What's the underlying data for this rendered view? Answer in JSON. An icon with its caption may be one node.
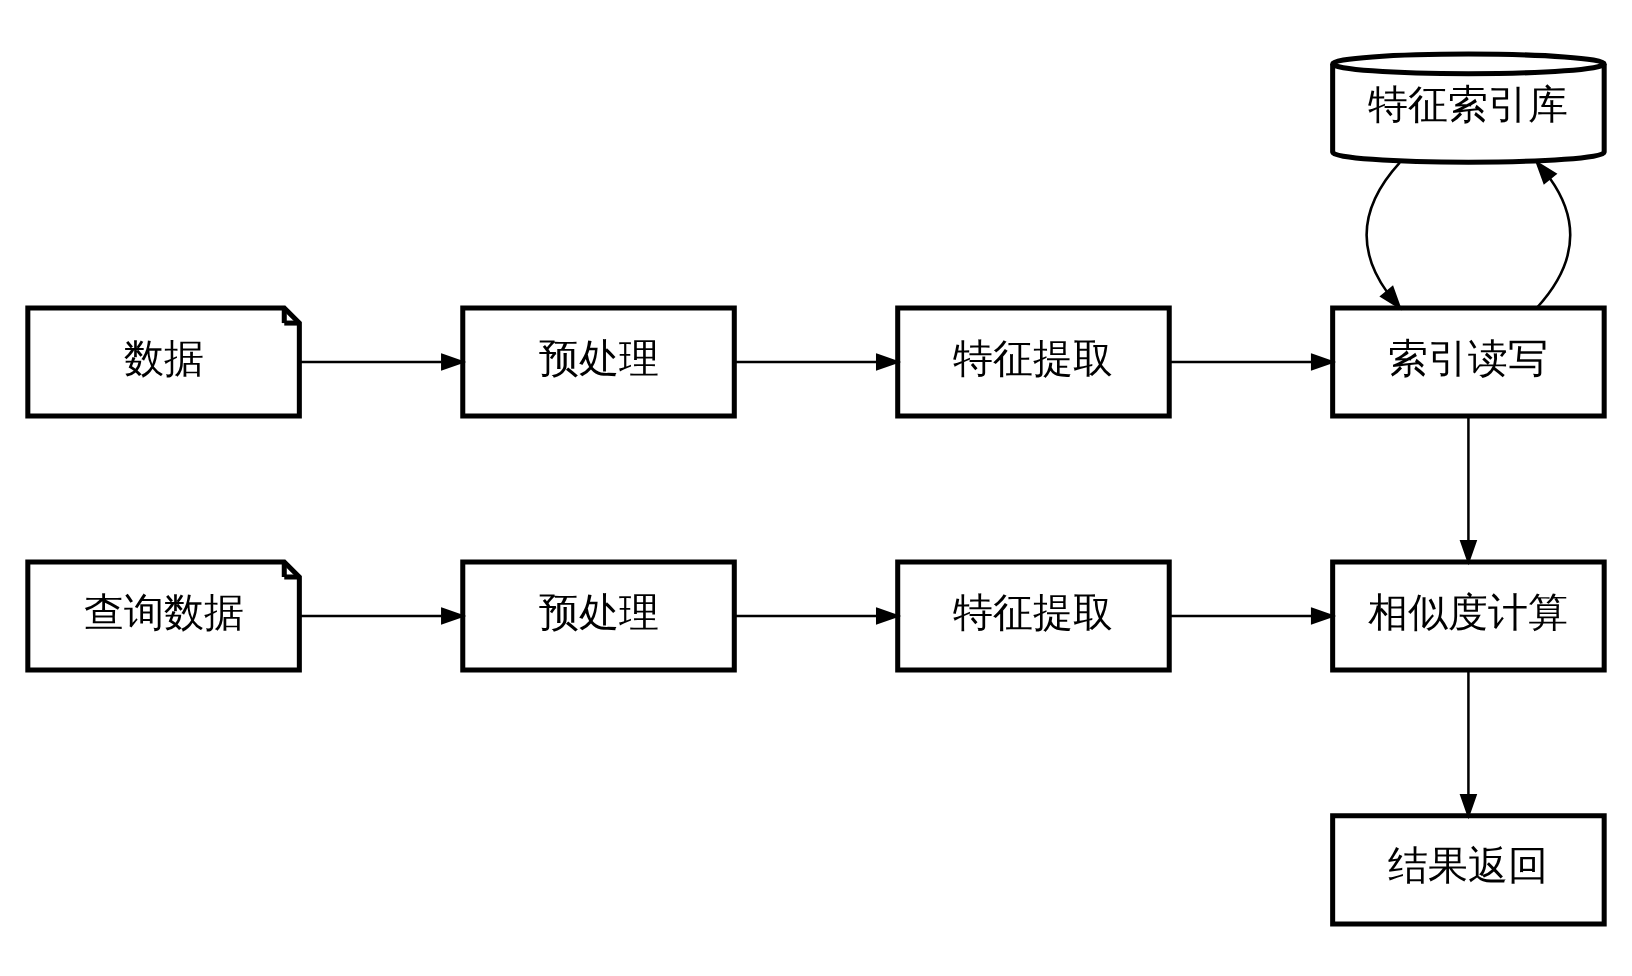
{
  "diagram": {
    "nodes": [
      {
        "text": [
          "数据"
        ]
      },
      {
        "text": [
          "预处理"
        ]
      },
      {
        "text": [
          "特征提取"
        ]
      },
      {
        "text": [
          "特征索引库"
        ]
      },
      {
        "text": [
          "索引读写"
        ]
      },
      {
        "text": [
          "查询数据"
        ]
      },
      {
        "text": [
          "预处理"
        ]
      },
      {
        "text": [
          "特征提取"
        ]
      },
      {
        "text": [
          "相似度计算"
        ]
      },
      {
        "text": [
          "结果返回"
        ]
      }
    ],
    "edges": [
      {
        "from": 0,
        "to": 1,
        "arrow": "to"
      },
      {
        "from": 1,
        "to": 2,
        "arrow": "to"
      },
      {
        "from": 2,
        "to": 4,
        "arrow": "to"
      },
      {
        "from": 4,
        "to": 3,
        "arrow": "to"
      },
      {
        "from": 3,
        "to": 4,
        "arrow": "to"
      },
      {
        "from": 5,
        "to": 6,
        "arrow": "to"
      },
      {
        "from": 6,
        "to": 7,
        "arrow": "to"
      },
      {
        "from": 7,
        "to": 8,
        "arrow": "to"
      },
      {
        "from": 4,
        "to": 8,
        "arrow": "to"
      },
      {
        "from": 8,
        "to": 9,
        "arrow": "to"
      }
    ]
  }
}
